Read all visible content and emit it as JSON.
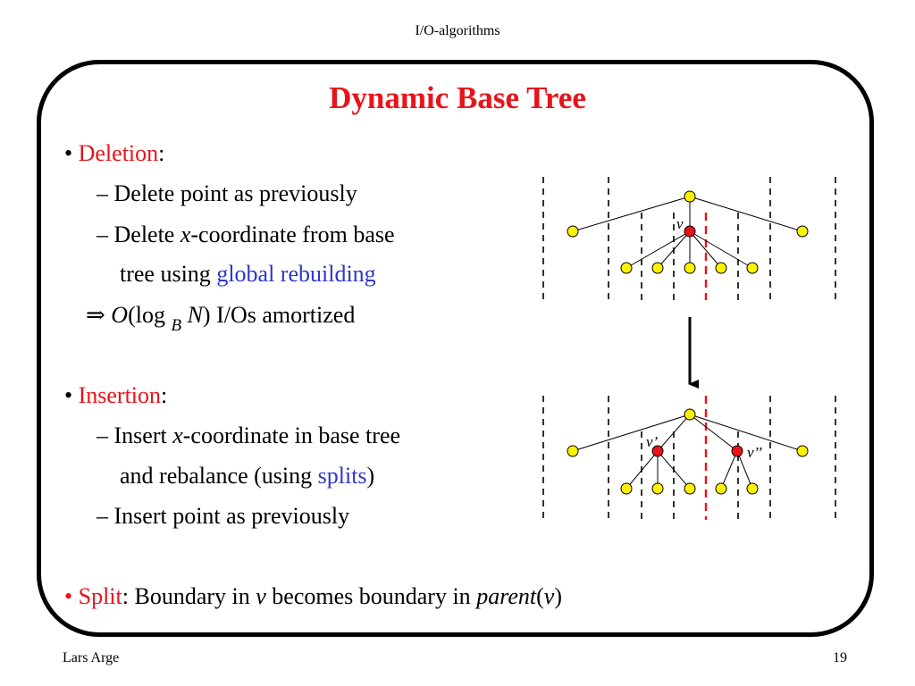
{
  "header": "I/O-algorithms",
  "title": "Dynamic Base Tree",
  "deletion": {
    "bullet": "•",
    "label": "Deletion",
    "colon": ":",
    "item1": "– Delete point as previously",
    "item2_a": "– Delete ",
    "item2_x": "x",
    "item2_b": "-coordinate from base",
    "item3_a": "tree using ",
    "item3_link": "global rebuilding",
    "result_arrow": "⇒",
    "result_O": "O",
    "result_paren": "(log",
    "result_sub": "B",
    "result_N": "N",
    "result_close": ")",
    "result_text": " I/Os amortized"
  },
  "insertion": {
    "bullet": "•",
    "label": "Insertion",
    "colon": ":",
    "item1_a": "– Insert ",
    "item1_x": "x",
    "item1_b": "-coordinate in base tree",
    "item2_a": "and rebalance (using ",
    "item2_link": "splits",
    "item2_b": ")",
    "item3": "– Insert point as previously"
  },
  "split": {
    "bullet": "•",
    "label": "Split",
    "text_a": ": Boundary in ",
    "v1": "v",
    "text_b": " becomes boundary in ",
    "parent": "parent",
    "paren_open": "(",
    "v2": "v",
    "paren_close": ")"
  },
  "diagram": {
    "top_node_label": "v",
    "bottom_left_label": "v’",
    "bottom_right_label": "v’’"
  },
  "footer": {
    "author": "Lars Arge",
    "page": "19"
  },
  "colors": {
    "accent_red": "#e8131b",
    "link_blue": "#2f36c9",
    "node_yellow": "#fff200"
  }
}
